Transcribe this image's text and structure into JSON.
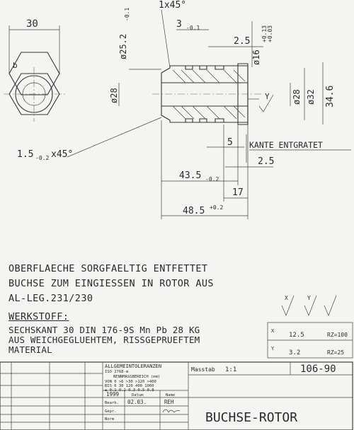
{
  "dims": {
    "hex_width": "30",
    "chamfer_top": "1x45°",
    "width_3": "3",
    "tol_3": "-0.1",
    "dia_25_2": "ø25.2",
    "tol_25_2": "-0.1",
    "groove_2_5_top": "2.5",
    "dia_16": "ø16",
    "tol_16_a": "+0.13",
    "tol_16_b": "+0.03",
    "dia_28_left": "ø28",
    "dia_28_right": "ø28",
    "dia_32": "ø32",
    "across_corners": "34.6",
    "chamfer_left": "1.5",
    "chamfer_left_tol": "-0.2",
    "chamfer_left_angle": "x45°",
    "len_5": "5",
    "groove_2_5_bottom": "2.5",
    "len_43_5": "43.5",
    "tol_43_5": "-0.2",
    "len_17": "17",
    "len_48_5": "48.5",
    "tol_48_5": "+0.2",
    "edge_note": "KANTE ENTGRATET",
    "surface_label": "Y"
  },
  "notes": {
    "line1": "OBERFLAECHE SORGFAELTIG ENTFETTET",
    "line2": "BUCHSE ZUM EINGIESSEN IN ROTOR AUS",
    "line3": "AL-LEG.231/230"
  },
  "material": {
    "heading": "WERKSTOFF:",
    "line1": "SECHSKANT 30 DIN 176-9S Mn Pb 28 KG",
    "line2": "AUS WEICHGEGLUEHTEM, RISSGEPRUEFTEM",
    "line3": "MATERIAL"
  },
  "surface": {
    "x_label": "X",
    "y_label": "Y",
    "x_value_a": "12.5",
    "x_value_b": "RZ=100",
    "y_value_a": "3.2",
    "y_value_b": "RZ=25"
  },
  "title_block": {
    "tol_line1": "ALLGEMEINTOLERANZEN",
    "tol_line2": "ISO 2768-m",
    "tol_line3": "NENNMASSBEREICH (mm)",
    "tol_row1": "VON   0  >6 >30 >120 >400",
    "tol_row2": "BIS   6  30 120  400 1000",
    "tol_row3": "±  0.1 0.2 0.3  0.5  0.8",
    "scale_label": "Masstab",
    "scale_value": "1:1",
    "drawing_number": "106-90",
    "year": "1999",
    "date_label": "Datum",
    "name_label": "Name",
    "row_bearb": "Bearb.",
    "bearb_date": "02.03.",
    "bearb_name": "REH",
    "row_gepr": "Gepr.",
    "row_norm": "Norm",
    "part_title": "BUCHSE-ROTOR"
  }
}
